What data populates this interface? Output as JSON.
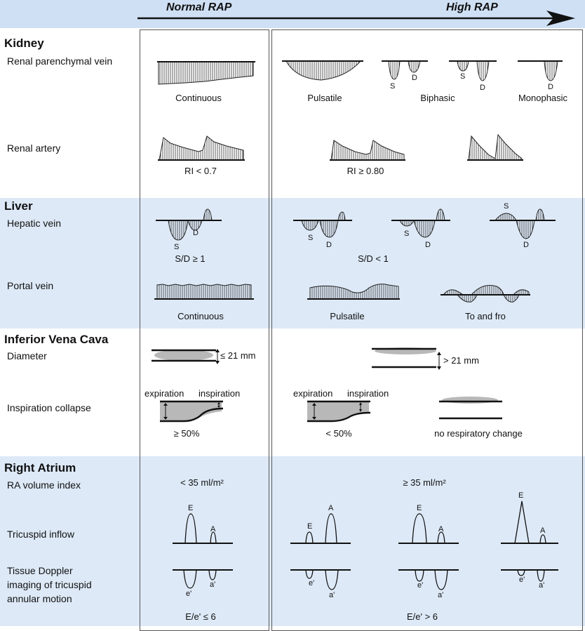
{
  "header": {
    "left": "Normal RAP",
    "right": "High RAP"
  },
  "sections": {
    "kidney": {
      "title": "Kidney",
      "renal_parenchymal_vein": "Renal parenchymal vein",
      "continuous": "Continuous",
      "pulsatile": "Pulsatile",
      "biphasic": "Biphasic",
      "monophasic": "Monophasic",
      "renal_artery": "Renal artery",
      "ri_normal": "RI < 0.7",
      "ri_high": "RI ≥ 0.80"
    },
    "liver": {
      "title": "Liver",
      "hepatic_vein": "Hepatic vein",
      "sd_normal": "S/D ≥ 1",
      "sd_high": "S/D < 1",
      "portal_vein": "Portal vein",
      "continuous": "Continuous",
      "pulsatile": "Pulsatile",
      "to_and_fro": "To and fro"
    },
    "ivc": {
      "title": "Inferior Vena Cava",
      "diameter": "Diameter",
      "diam_normal": "≤ 21 mm",
      "diam_high": "> 21 mm",
      "inspiration_collapse": "Inspiration collapse",
      "expiration": "expiration",
      "inspiration": "inspiration",
      "collapse_normal": "≥ 50%",
      "collapse_mid": "< 50%",
      "no_change": "no respiratory change"
    },
    "ra": {
      "title": "Right Atrium",
      "ra_volume_index": "RA volume index",
      "vol_normal": "< 35 ml/m²",
      "vol_high": "≥ 35 ml/m²",
      "tricuspid_inflow": "Tricuspid inflow",
      "tdi_line1": "Tissue Doppler",
      "tdi_line2": "imaging of tricuspid",
      "tdi_line3": "annular motion",
      "ee_normal": "E/e' ≤ 6",
      "ee_high": "E/e' > 6"
    }
  },
  "wave_labels": {
    "s": "S",
    "d": "D",
    "e": "E",
    "a": "A",
    "e_prime": "e'",
    "a_prime": "a'"
  }
}
